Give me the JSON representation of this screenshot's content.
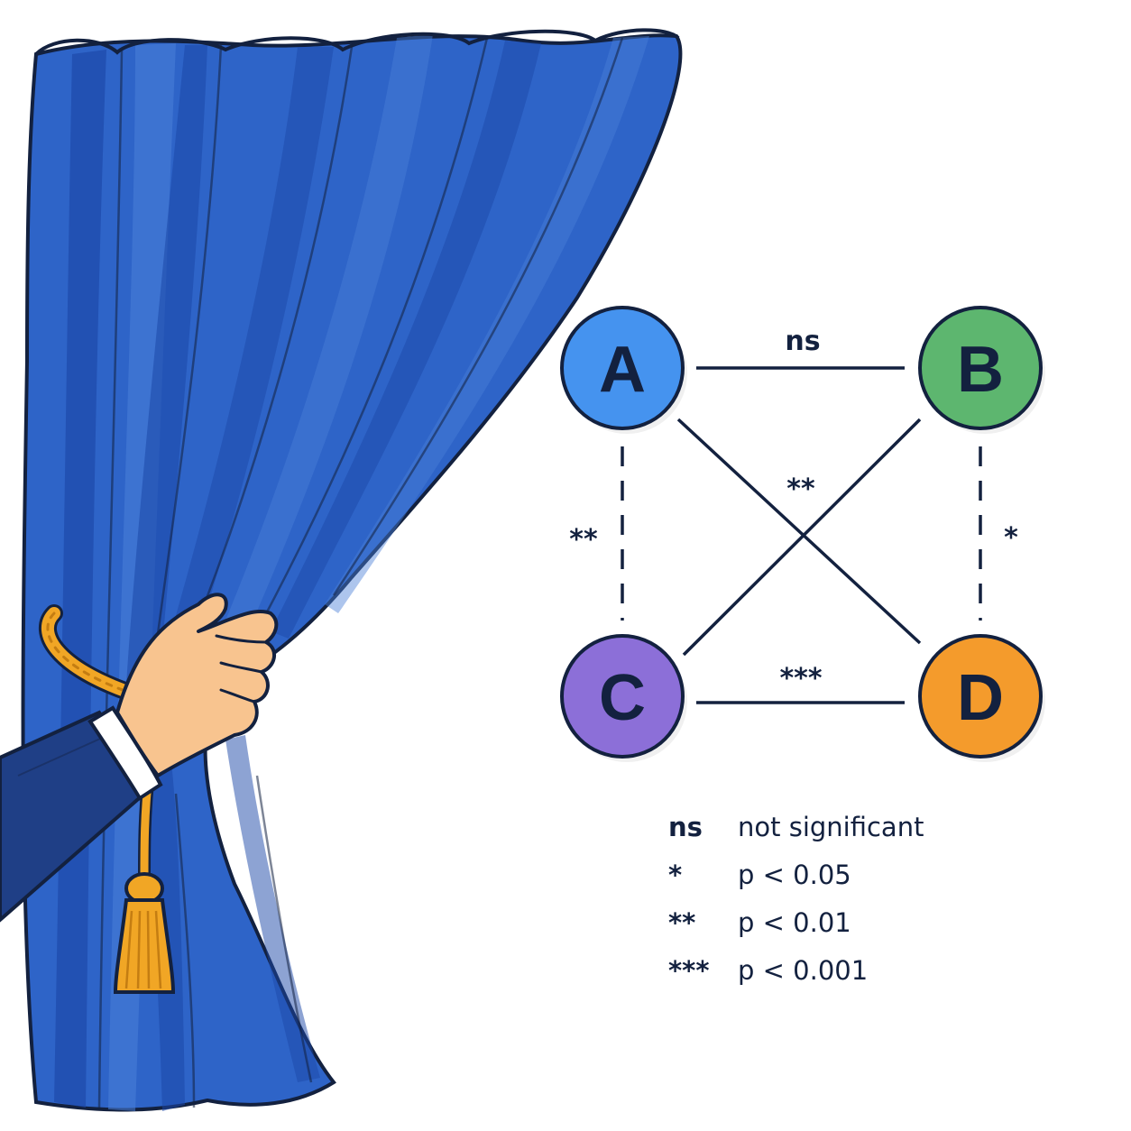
{
  "colors": {
    "ink": "#13213f",
    "curtain_main": "#2e64c8",
    "curtain_shadow": "#1b47a8",
    "curtain_light": "#4a7fd8",
    "gold": "#f1a625",
    "skin": "#f8c48f",
    "sleeve": "#1f3f86",
    "cuff": "#ffffff"
  },
  "nodes": [
    {
      "id": "A",
      "label": "A",
      "color": "#4593ef"
    },
    {
      "id": "B",
      "label": "B",
      "color": "#5db66f"
    },
    {
      "id": "C",
      "label": "C",
      "color": "#8c6fd8"
    },
    {
      "id": "D",
      "label": "D",
      "color": "#f49b2c"
    }
  ],
  "edges": [
    {
      "from": "A",
      "to": "B",
      "label": "ns",
      "style": "solid"
    },
    {
      "from": "C",
      "to": "D",
      "label": "***",
      "style": "solid"
    },
    {
      "from": "A",
      "to": "C",
      "label": "**",
      "style": "dashed"
    },
    {
      "from": "B",
      "to": "D",
      "label": "*",
      "style": "dashed"
    },
    {
      "from": "A",
      "to": "D",
      "label": "**",
      "style": "solid"
    },
    {
      "from": "B",
      "to": "C",
      "label": "",
      "style": "solid"
    }
  ],
  "legend": [
    {
      "symbol": "ns",
      "description": "not significant"
    },
    {
      "symbol": "*",
      "description": "p < 0.05"
    },
    {
      "symbol": "**",
      "description": "p < 0.01"
    },
    {
      "symbol": "***",
      "description": "p < 0.001"
    }
  ],
  "icons": {
    "curtain": "theater-curtain-icon",
    "hand": "hand-pulling-icon",
    "tassel": "tassel-icon"
  }
}
